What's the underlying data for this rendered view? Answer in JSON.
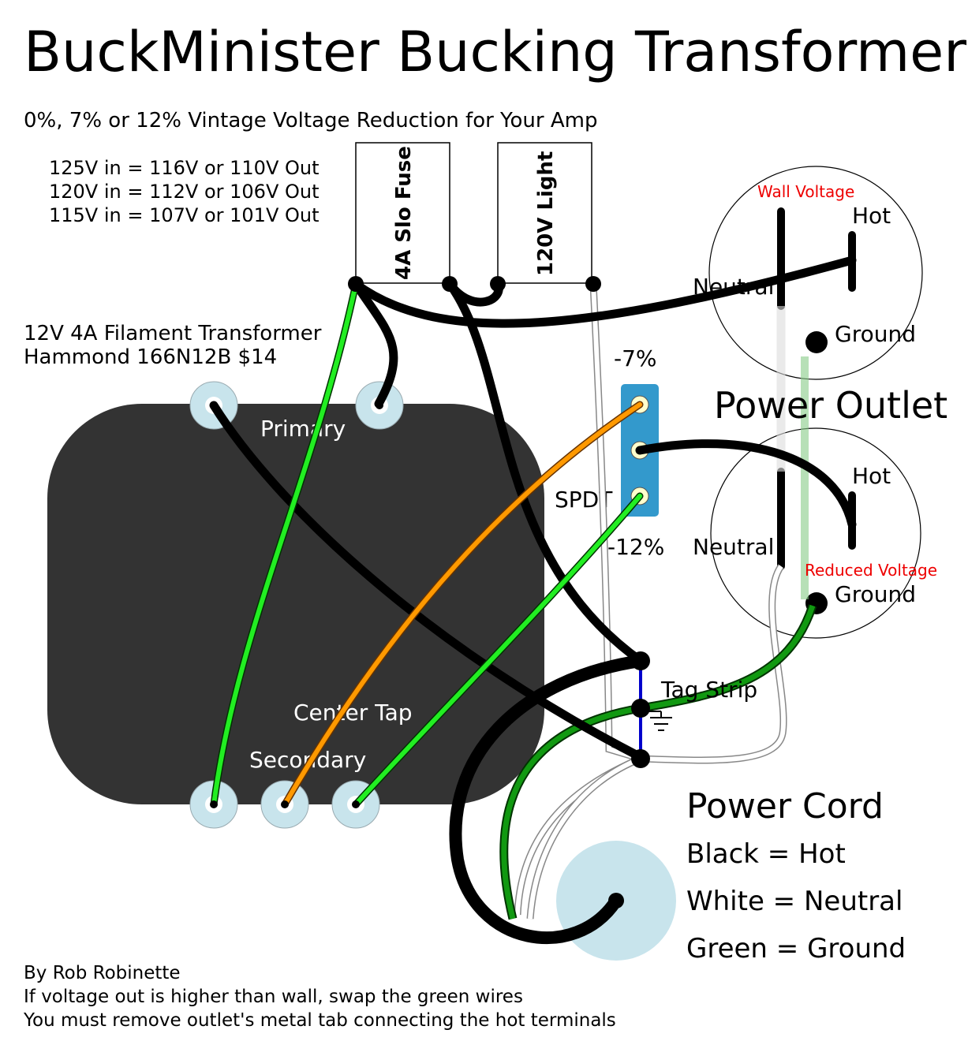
{
  "title": "BuckMinister Bucking Transformer",
  "subtitle": "0%, 7% or 12% Vintage Voltage Reduction for Your Amp",
  "voltage_table": [
    "125V in = 116V or 110V Out",
    "120V in = 112V or 106V Out",
    "115V in = 107V or 101V Out"
  ],
  "fuse_label": "4A Slo Fuse",
  "light_label": "120V Light",
  "transformer": {
    "name": "12V 4A Filament Transformer",
    "model": "Hammond 166N12B $14",
    "primary_label": "Primary",
    "center_tap_label": "Center Tap",
    "secondary_label": "Secondary"
  },
  "switch": {
    "label": "SPDT",
    "pos_top": "-7%",
    "pos_bottom": "-12%"
  },
  "outlet": {
    "title": "Power Outlet",
    "upper_label": "Wall Voltage",
    "lower_label": "Reduced Voltage",
    "hot": "Hot",
    "neutral": "Neutral",
    "ground": "Ground"
  },
  "tag_strip_label": "Tag Strip",
  "power_cord": {
    "title": "Power Cord",
    "lines": [
      "Black = Hot",
      "White = Neutral",
      "Green = Ground"
    ]
  },
  "footer": [
    "By Rob Robinette",
    "If voltage out is higher than wall, swap the green wires",
    "You must remove outlet's metal tab connecting the hot terminals"
  ],
  "colors": {
    "wire_black": "#000000",
    "wire_green": "#22ee22",
    "wire_dark_green": "#119911",
    "wire_orange": "#ff9900",
    "wire_white": "#ffffff",
    "transformer_body": "#333333",
    "terminal": "#c8e4ec",
    "switch_body": "#3399cc",
    "label_red": "#ee0000",
    "strap_blue": "#0000cc"
  }
}
